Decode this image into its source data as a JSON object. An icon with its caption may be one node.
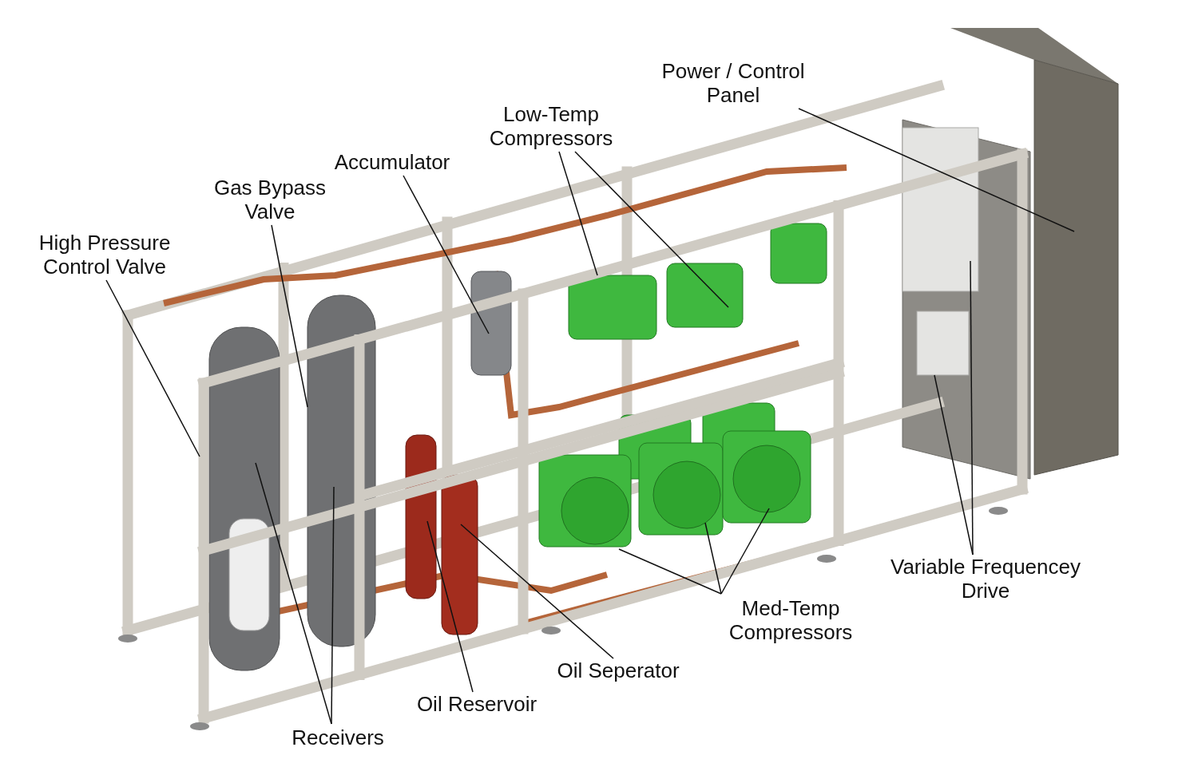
{
  "diagram": {
    "nodes": [
      {
        "text": [
          "Power / Control Panel"
        ]
      },
      {
        "text": [
          "Low-Temp Compressors"
        ]
      },
      {
        "text": [
          "Accumulator"
        ]
      },
      {
        "text": [
          "Gas Bypass Valve"
        ]
      },
      {
        "text": [
          "High Pressure Control Valve"
        ]
      },
      {
        "text": [
          "Variable Frequencey Drive"
        ]
      },
      {
        "text": [
          "Med-Temp Compressors"
        ]
      },
      {
        "text": [
          "Oil Seperator"
        ]
      },
      {
        "text": [
          "Oil Reservoir"
        ]
      },
      {
        "text": [
          "Receivers"
        ]
      }
    ],
    "edges": [
      {
        "from": 0,
        "to": null,
        "arrow": "none"
      },
      {
        "from": 1,
        "to": null,
        "arrow": "none"
      },
      {
        "from": 1,
        "to": null,
        "arrow": "none"
      },
      {
        "from": 2,
        "to": null,
        "arrow": "none"
      },
      {
        "from": 3,
        "to": null,
        "arrow": "none"
      },
      {
        "from": 4,
        "to": null,
        "arrow": "none"
      },
      {
        "from": 5,
        "to": null,
        "arrow": "none"
      },
      {
        "from": 5,
        "to": null,
        "arrow": "none"
      },
      {
        "from": 6,
        "to": null,
        "arrow": "none"
      },
      {
        "from": 6,
        "to": null,
        "arrow": "none"
      },
      {
        "from": 6,
        "to": null,
        "arrow": "none"
      },
      {
        "from": 7,
        "to": null,
        "arrow": "none"
      },
      {
        "from": 8,
        "to": null,
        "arrow": "none"
      },
      {
        "from": 9,
        "to": null,
        "arrow": "none"
      },
      {
        "from": 9,
        "to": null,
        "arrow": "none"
      }
    ]
  }
}
